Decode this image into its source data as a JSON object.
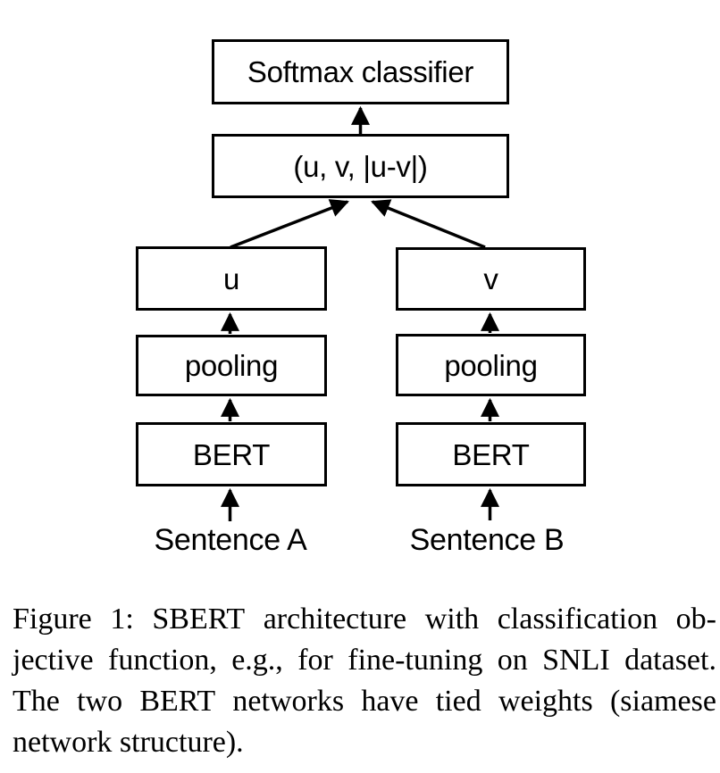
{
  "figure": {
    "boxes": {
      "softmax": "Softmax classifier",
      "concat": "(u, v, |u-v|)",
      "u": "u",
      "v": "v",
      "pooling_left": "pooling",
      "pooling_right": "pooling",
      "bert_left": "BERT",
      "bert_right": "BERT"
    },
    "inputs": {
      "sentence_a": "Sentence A",
      "sentence_b": "Sentence B"
    },
    "colors": {
      "stroke": "#000000",
      "text": "#000000",
      "background": "#ffffff"
    }
  },
  "caption": {
    "label": "Figure 1:",
    "full": "Figure 1: SBERT architecture with classification objective function, e.g., for fine-tuning on SNLI dataset. The two BERT networks have tied weights (siamese network structure).",
    "lines": [
      "Figure 1: SBERT architecture with classification ob-",
      "jective function, e.g., for fine-tuning on SNLI dataset.",
      "The two BERT networks have tied weights (siamese",
      "network structure)."
    ]
  }
}
